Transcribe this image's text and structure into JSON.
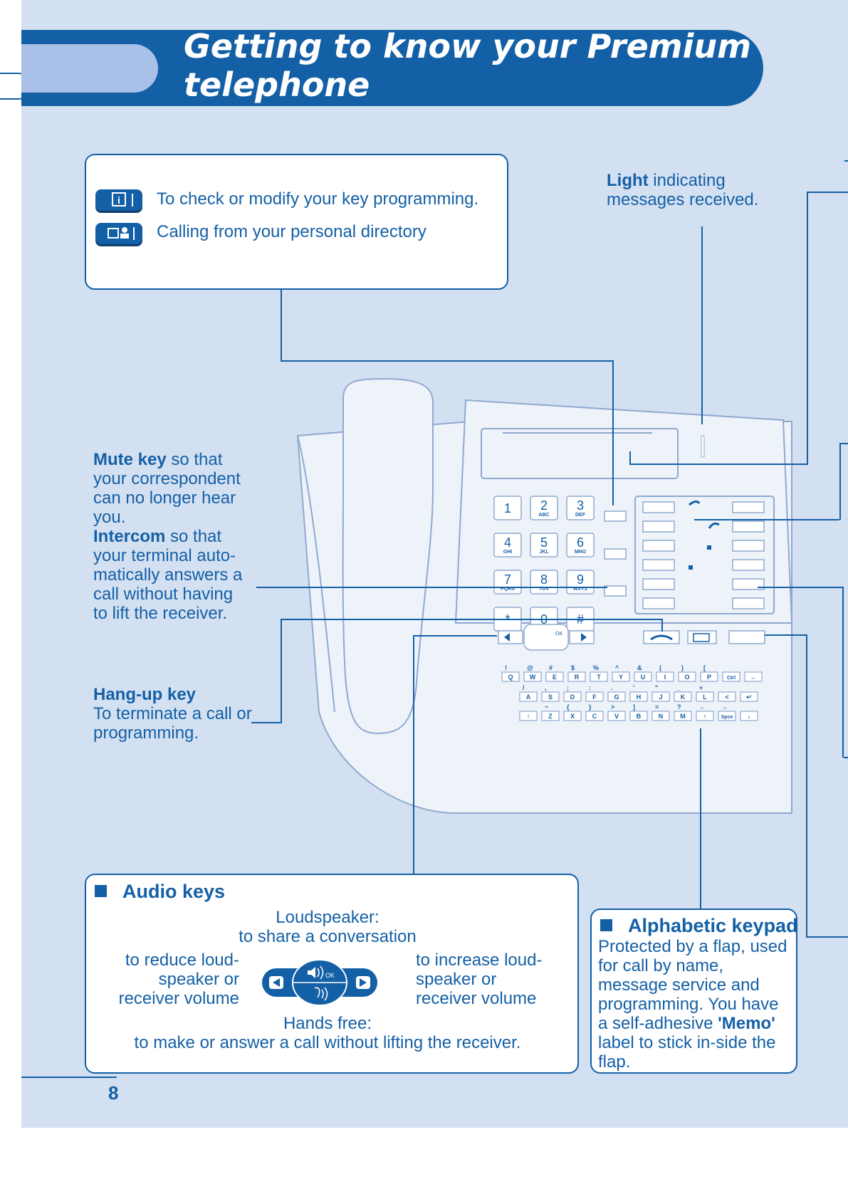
{
  "header": {
    "title_line1": "Getting to know your Premium",
    "title_line2": "telephone"
  },
  "programming_box": {
    "items": [
      {
        "icon": "info-key-icon",
        "label": "To check or modify your key programming."
      },
      {
        "icon": "directory-key-icon",
        "label": "Calling from your personal directory"
      }
    ]
  },
  "light_callout": {
    "bold": "Light",
    "text": " indicating messages received."
  },
  "mute_callout": {
    "mute_bold": "Mute key",
    "mute_text": " so that your correspondent can no longer hear you.",
    "intercom_bold": "Intercom",
    "intercom_text": " so that your terminal auto-matically answers  a call without having to lift the receiver."
  },
  "hangup_callout": {
    "title": "Hang-up key",
    "text": "To terminate a call or programming."
  },
  "audio_box": {
    "title": "Audio keys",
    "loudspeaker_title": "Loudspeaker:",
    "loudspeaker_text": "to share a conversation",
    "reduce_text": "to reduce loud-speaker or receiver volume",
    "increase_text": "to increase loud-speaker or receiver volume",
    "handsfree_title": "Hands free:",
    "handsfree_text": "to make or answer a call without lifting the receiver.",
    "ok_label": "OK"
  },
  "alpha_box": {
    "title": "Alphabetic keypad",
    "text_before": "Protected by a flap, used for call by name, message service and programming. You have a self-adhesive ",
    "memo_bold": "'Memo'",
    "text_after": " label to stick in-side the flap."
  },
  "phone": {
    "dial_keys": [
      {
        "main": "1",
        "sub": ""
      },
      {
        "main": "2",
        "sub": "ABC"
      },
      {
        "main": "3",
        "sub": "DEF"
      },
      {
        "main": "4",
        "sub": "GHI"
      },
      {
        "main": "5",
        "sub": "JKL"
      },
      {
        "main": "6",
        "sub": "MNO"
      },
      {
        "main": "7",
        "sub": "PQRS"
      },
      {
        "main": "8",
        "sub": "TUV"
      },
      {
        "main": "9",
        "sub": "WXYZ"
      },
      {
        "main": "*",
        "sub": ""
      },
      {
        "main": "0",
        "sub": ""
      },
      {
        "main": "#",
        "sub": ""
      }
    ],
    "alpha_row1": [
      "Q",
      "W",
      "E",
      "R",
      "T",
      "Y",
      "U",
      "I",
      "O",
      "P",
      "Ctrl",
      "←"
    ],
    "alpha_row1_sym": [
      "!",
      "@",
      "#",
      "$",
      "%",
      "^",
      "&",
      "(",
      ")",
      "[",
      "",
      ""
    ],
    "alpha_row2": [
      "A",
      "S",
      "D",
      "F",
      "G",
      "H",
      "J",
      "K",
      "L",
      "<",
      "↵"
    ],
    "alpha_row2_sym": [
      "/",
      ",",
      ";",
      ":",
      ".",
      "'",
      "\"",
      "_",
      "+",
      "",
      ""
    ],
    "alpha_row3": [
      "↑",
      "Z",
      "X",
      "C",
      "V",
      "B",
      "N",
      "M",
      "↑",
      "Spce",
      "↓"
    ],
    "alpha_row3_sym": [
      "",
      "~",
      "{",
      "}",
      ">",
      "]",
      "=",
      "?",
      "←",
      "→",
      ""
    ],
    "ok_label": "OK"
  },
  "page_number": "8"
}
